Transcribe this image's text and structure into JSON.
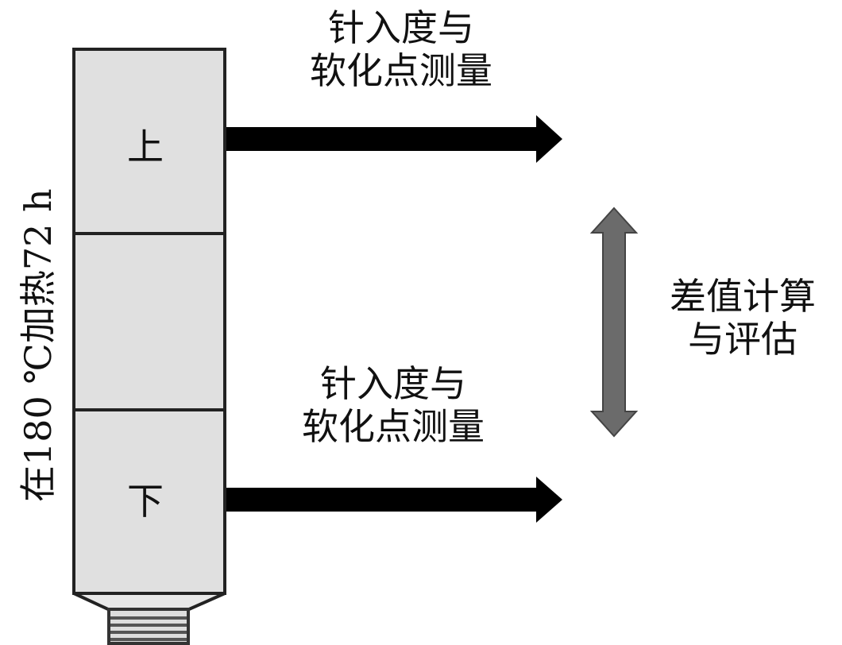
{
  "side_label": "在180 ℃加热72 h",
  "tube": {
    "top_label": "上",
    "bottom_label": "下"
  },
  "top_measure": {
    "line1": "针入度与",
    "line2": "软化点测量"
  },
  "bottom_measure": {
    "line1": "针入度与",
    "line2": "软化点测量"
  },
  "evaluation": {
    "line1": "差值计算",
    "line2": "与评估"
  },
  "colors": {
    "tube_fill": "#e0e0e0",
    "outline": "#222222",
    "arrow": "#000000",
    "double_arrow": "#6b6b6b"
  }
}
